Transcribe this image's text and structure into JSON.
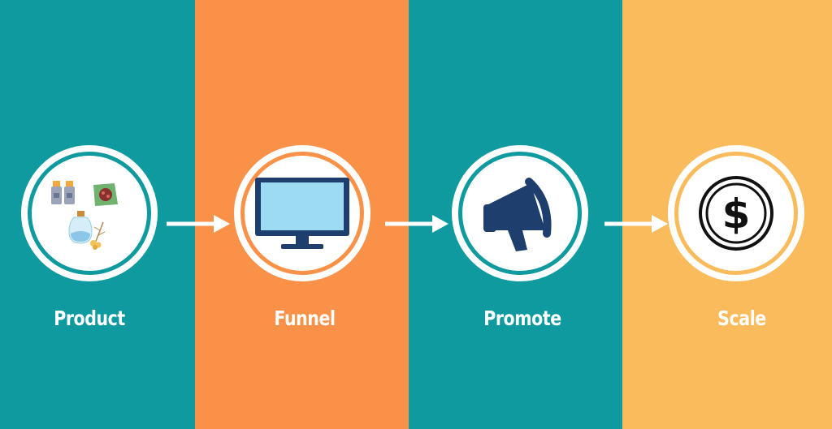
{
  "colors": {
    "teal": "#0E9A9E",
    "orange": "#FA9148",
    "light_orange": "#FABB5C",
    "white": "#FFFFFF",
    "navy": "#1E3E6E",
    "screen_blue": "#9DDBF2"
  },
  "steps": [
    {
      "label": "Product",
      "icon": "product-bottles-jar-icon"
    },
    {
      "label": "Funnel",
      "icon": "monitor-icon"
    },
    {
      "label": "Promote",
      "icon": "megaphone-icon"
    },
    {
      "label": "Scale",
      "icon": "dollar-coin-icon"
    }
  ]
}
